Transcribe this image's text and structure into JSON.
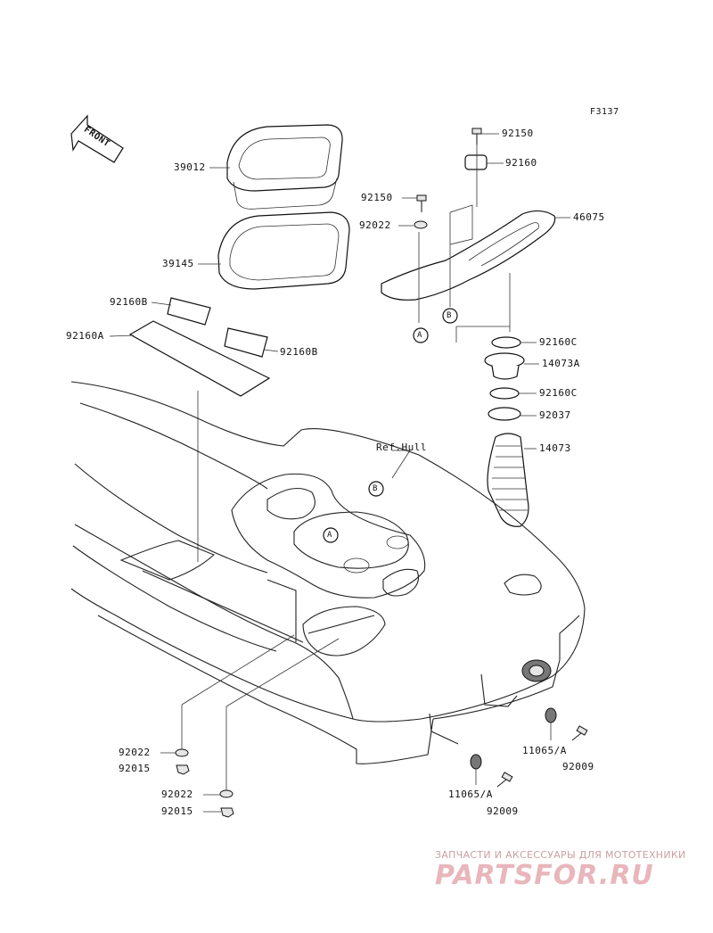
{
  "figure_code": "F3137",
  "front_marker": "FRONT",
  "ref_label": "Ref.Hull",
  "callouts": {
    "a": "A",
    "b": "B"
  },
  "parts": {
    "p39012": "39012",
    "p39145": "39145",
    "p92160b_left": "92160B",
    "p92160a": "92160A",
    "p92160b_right": "92160B",
    "p92150_top": "92150",
    "p92160_top": "92160",
    "p92150_mid": "92150",
    "p92022_top": "92022",
    "p46075": "46075",
    "p92160c_1": "92160C",
    "p14073a": "14073A",
    "p92160c_2": "92160C",
    "p92037": "92037",
    "p14073": "14073",
    "p92022_l1": "92022",
    "p92015_l1": "92015",
    "p92022_l2": "92022",
    "p92015_l2": "92015",
    "p11065a_r": "11065/A",
    "p92009_r": "92009",
    "p11065a_b": "11065/A",
    "p92009_b": "92009"
  },
  "watermark": {
    "tagline": "ЗАПЧАСТИ И АКСЕССУАРЫ ДЛЯ МОТОТЕХНИКИ",
    "logo": "PARTSFOR.RU"
  }
}
